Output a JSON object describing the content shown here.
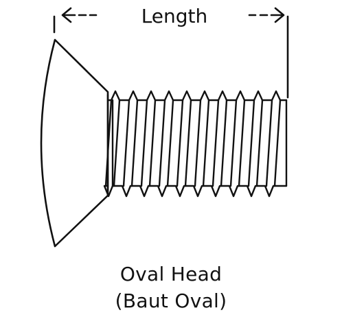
{
  "diagram": {
    "dimension_label": "Length",
    "caption": {
      "line1": "Oval Head",
      "line2": "(Baut Oval)"
    }
  },
  "colors": {
    "stroke": "#111111",
    "background": "#ffffff"
  }
}
